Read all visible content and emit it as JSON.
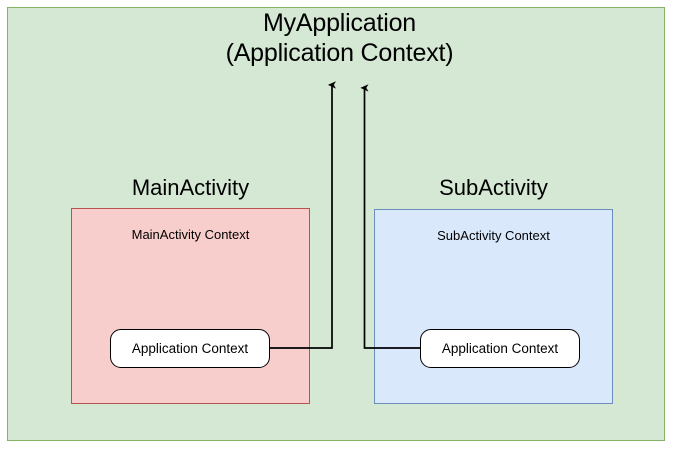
{
  "diagram": {
    "title_line1": "MyApplication",
    "title_line2": "(Application Context)",
    "background_color": "#d5e8d4",
    "background_border_color": "#82b366",
    "groups": [
      {
        "heading": "MainActivity",
        "panel_label": "MainActivity Context",
        "fill_color": "#f8cecc",
        "border_color": "#b85450",
        "context_box_label": "Application Context"
      },
      {
        "heading": "SubActivity",
        "panel_label": "SubActivity Context",
        "fill_color": "#dae8fc",
        "border_color": "#6c8ebf",
        "context_box_label": "Application Context"
      }
    ],
    "connectors": [
      {
        "name": "mainactivity-context-to-application",
        "from": "MainActivity Application Context",
        "to": "MyApplication (Application Context)",
        "arrow": "up",
        "color": "#000000"
      },
      {
        "name": "subactivity-context-to-application",
        "from": "SubActivity Application Context",
        "to": "MyApplication (Application Context)",
        "arrow": "up",
        "color": "#000000"
      }
    ]
  }
}
